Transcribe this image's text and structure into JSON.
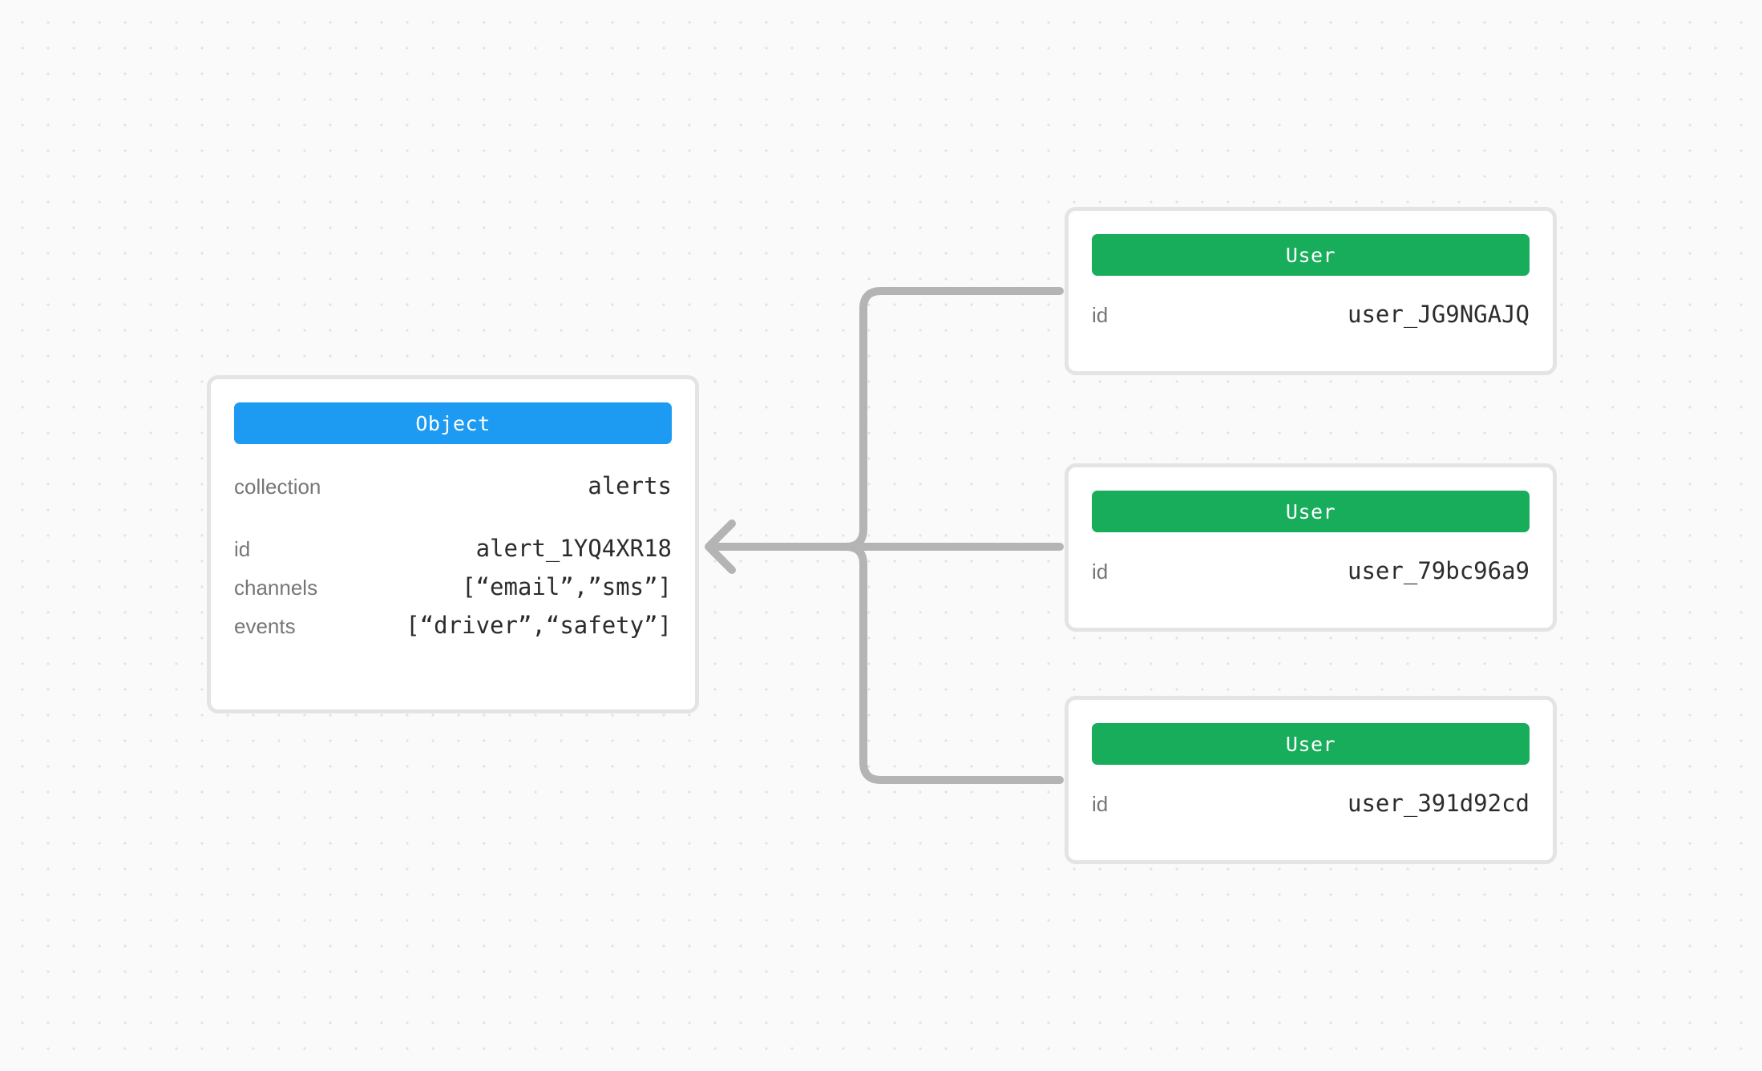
{
  "canvas": {
    "background_color": "#fafafa",
    "dot_color": "#e2e2e2"
  },
  "colors": {
    "object_header": "#1d9bf2",
    "user_header": "#17ad5b",
    "card_border": "#e4e4e4",
    "edge": "#b4b4b4",
    "label_text": "#767676",
    "value_text": "#2c2c2c"
  },
  "object_card": {
    "title": "Object",
    "rows_primary": [
      {
        "key": "collection",
        "value": "alerts"
      }
    ],
    "rows_secondary": [
      {
        "key": "id",
        "value": "alert_1YQ4XR18"
      },
      {
        "key": "channels",
        "value": "[“email”,”sms”]"
      },
      {
        "key": "events",
        "value": "[“driver”,“safety”]"
      }
    ]
  },
  "user_cards": [
    {
      "title": "User",
      "rows": [
        {
          "key": "id",
          "value": "user_JG9NGAJQ"
        }
      ]
    },
    {
      "title": "User",
      "rows": [
        {
          "key": "id",
          "value": "user_79bc96a9"
        }
      ]
    },
    {
      "title": "User",
      "rows": [
        {
          "key": "id",
          "value": "user_391d92cd"
        }
      ]
    }
  ],
  "edges": {
    "count": 3,
    "direction": "users-to-object",
    "arrow_target": "object_card_left_edge"
  }
}
